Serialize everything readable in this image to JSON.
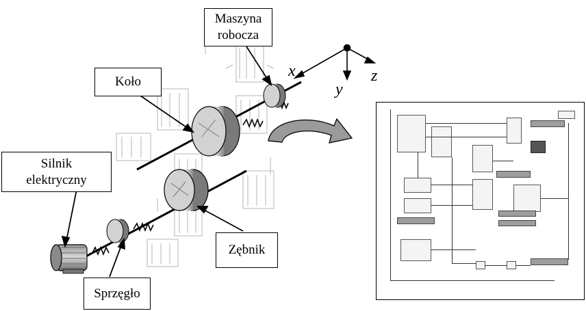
{
  "labels": {
    "machine": [
      "Maszyna",
      "robocza"
    ],
    "wheel": "Koło",
    "motor": [
      "Silnik",
      "elektryczny"
    ],
    "pinion": "Zębnik",
    "coupling": "Sprzęgło"
  },
  "axes": {
    "x": "x",
    "y": "y",
    "z": "z"
  },
  "colors": {
    "stroke": "#000000",
    "disc": "#bdbdbd",
    "disc_dark": "#7a7a7a",
    "arrow_fill": "#9a9a9a"
  }
}
